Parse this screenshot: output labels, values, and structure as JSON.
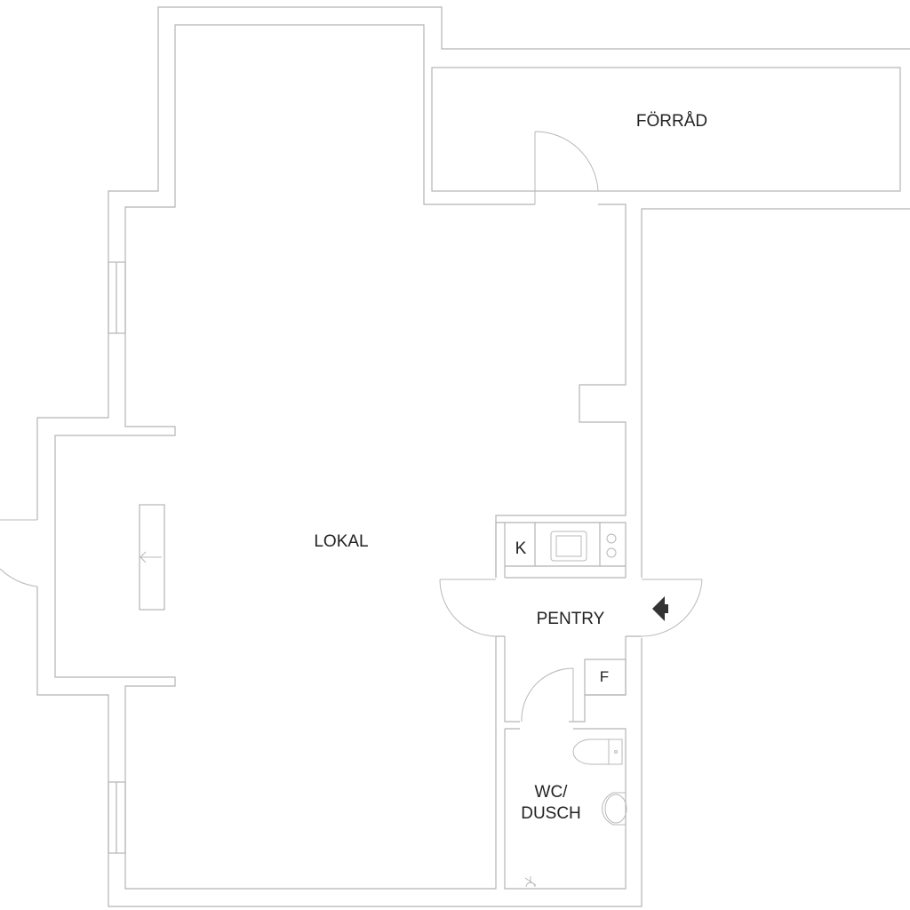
{
  "rooms": {
    "forrad": "FÖRRÅD",
    "lokal": "LOKAL",
    "pentry": "PENTRY",
    "kitchen_unit": "K",
    "fridge_unit": "F",
    "wc_line1": "WC/",
    "wc_line2": "DUSCH"
  },
  "colors": {
    "walls": "#b4b4b4",
    "text": "#222222",
    "entrance_arrow": "#333333"
  }
}
